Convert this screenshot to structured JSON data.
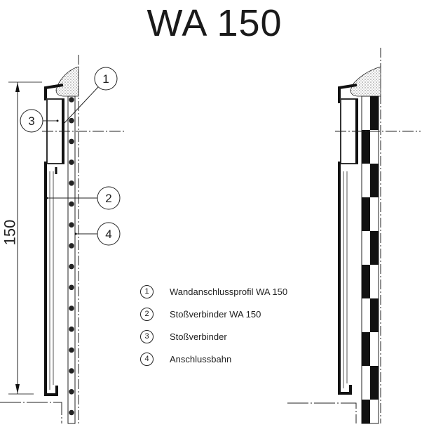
{
  "title": "WA 150",
  "dimension": "150",
  "callouts": [
    "1",
    "2",
    "3",
    "4"
  ],
  "legend": [
    {
      "num": "1",
      "label": "Wandanschlussprofil WA 150"
    },
    {
      "num": "2",
      "label": "Stoßverbinder WA 150"
    },
    {
      "num": "3",
      "label": "Stoßverbinder"
    },
    {
      "num": "4",
      "label": "Anschlussbahn"
    }
  ]
}
